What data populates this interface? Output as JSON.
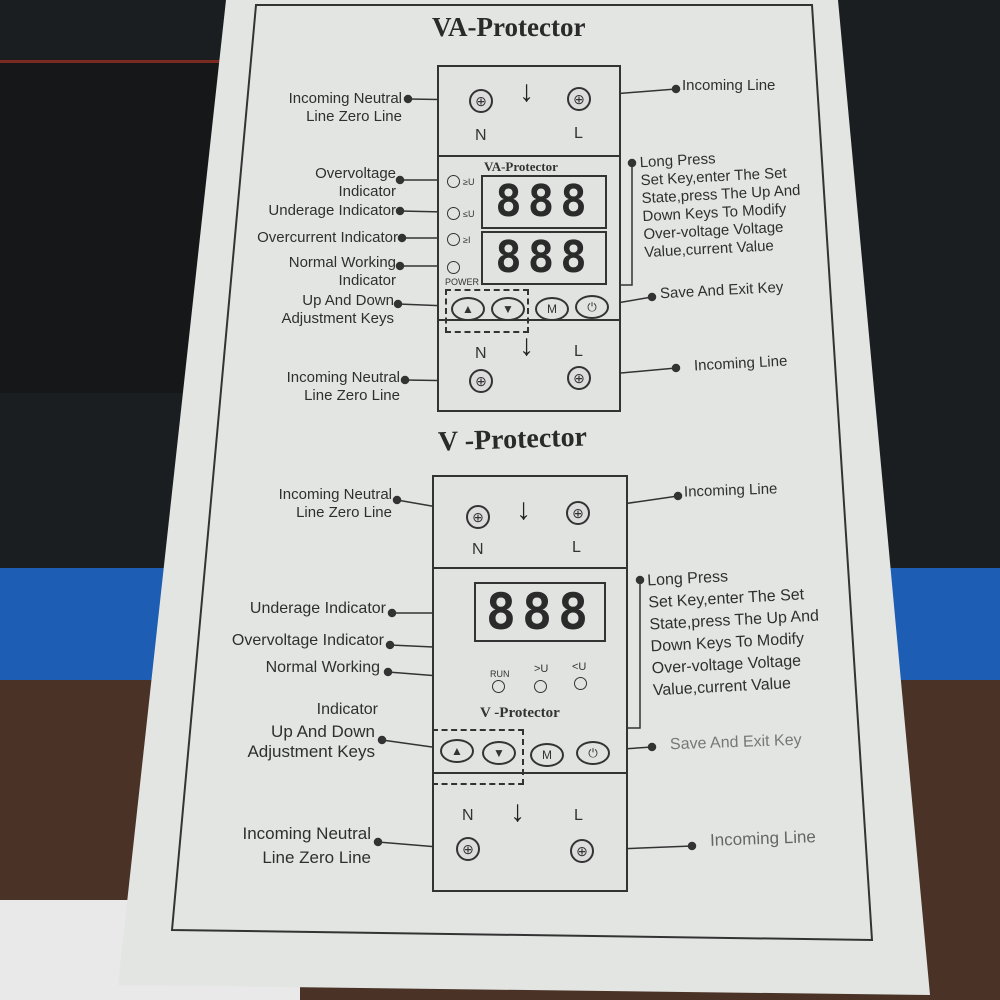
{
  "va_protector": {
    "title": "VA-Protector",
    "device_label": "VA-Protector",
    "terminal_n": "N",
    "terminal_l": "L",
    "display_top": "888",
    "display_bottom": "888",
    "led_labels": [
      "≥U",
      "≤U",
      "≥I"
    ],
    "power_label": "POWER",
    "key_m": "M",
    "labels": {
      "incoming_neutral_top": [
        "Incoming Neutral",
        "Line Zero Line"
      ],
      "incoming_line_top": "Incoming Line",
      "overvoltage": [
        "Overvoltage",
        "Indicator"
      ],
      "underage": "Underage Indicator",
      "overcurrent": "Overcurrent Indicator",
      "normal_working": [
        "Normal Working",
        "Indicator"
      ],
      "up_down": [
        "Up And Down",
        "Adjustment Keys"
      ],
      "long_press": [
        "Long Press",
        "Set Key,enter The Set",
        "State,press The Up And",
        "Down Keys To Modify",
        "Over-voltage Voltage",
        "Value,current Value"
      ],
      "save_exit": "Save And Exit Key",
      "incoming_neutral_bottom": [
        "Incoming Neutral",
        "Line Zero Line"
      ],
      "incoming_line_bottom": "Incoming Line"
    }
  },
  "v_protector": {
    "title": "V -Protector",
    "device_label": "V -Protector",
    "terminal_n": "N",
    "terminal_l": "L",
    "display": "888",
    "led_labels": [
      "RUN",
      ">U",
      "<U"
    ],
    "key_m": "M",
    "labels": {
      "incoming_neutral_top": [
        "Incoming Neutral",
        "Line Zero Line"
      ],
      "incoming_line_top": "Incoming Line",
      "underage": "Underage Indicator",
      "overvoltage": "Overvoltage Indicator",
      "normal_working": [
        "Normal Working",
        "Indicator"
      ],
      "up_down": [
        "Up And Down",
        "Adjustment Keys"
      ],
      "long_press": [
        "Long Press",
        "Set Key,enter The Set",
        "State,press The Up And",
        "Down Keys To Modify",
        "Over-voltage Voltage",
        "Value,current Value"
      ],
      "save_exit": "Save And Exit Key",
      "incoming_neutral_bottom": [
        "Incoming Neutral",
        "Line Zero Line"
      ],
      "incoming_line_bottom": "Incoming Line"
    }
  }
}
